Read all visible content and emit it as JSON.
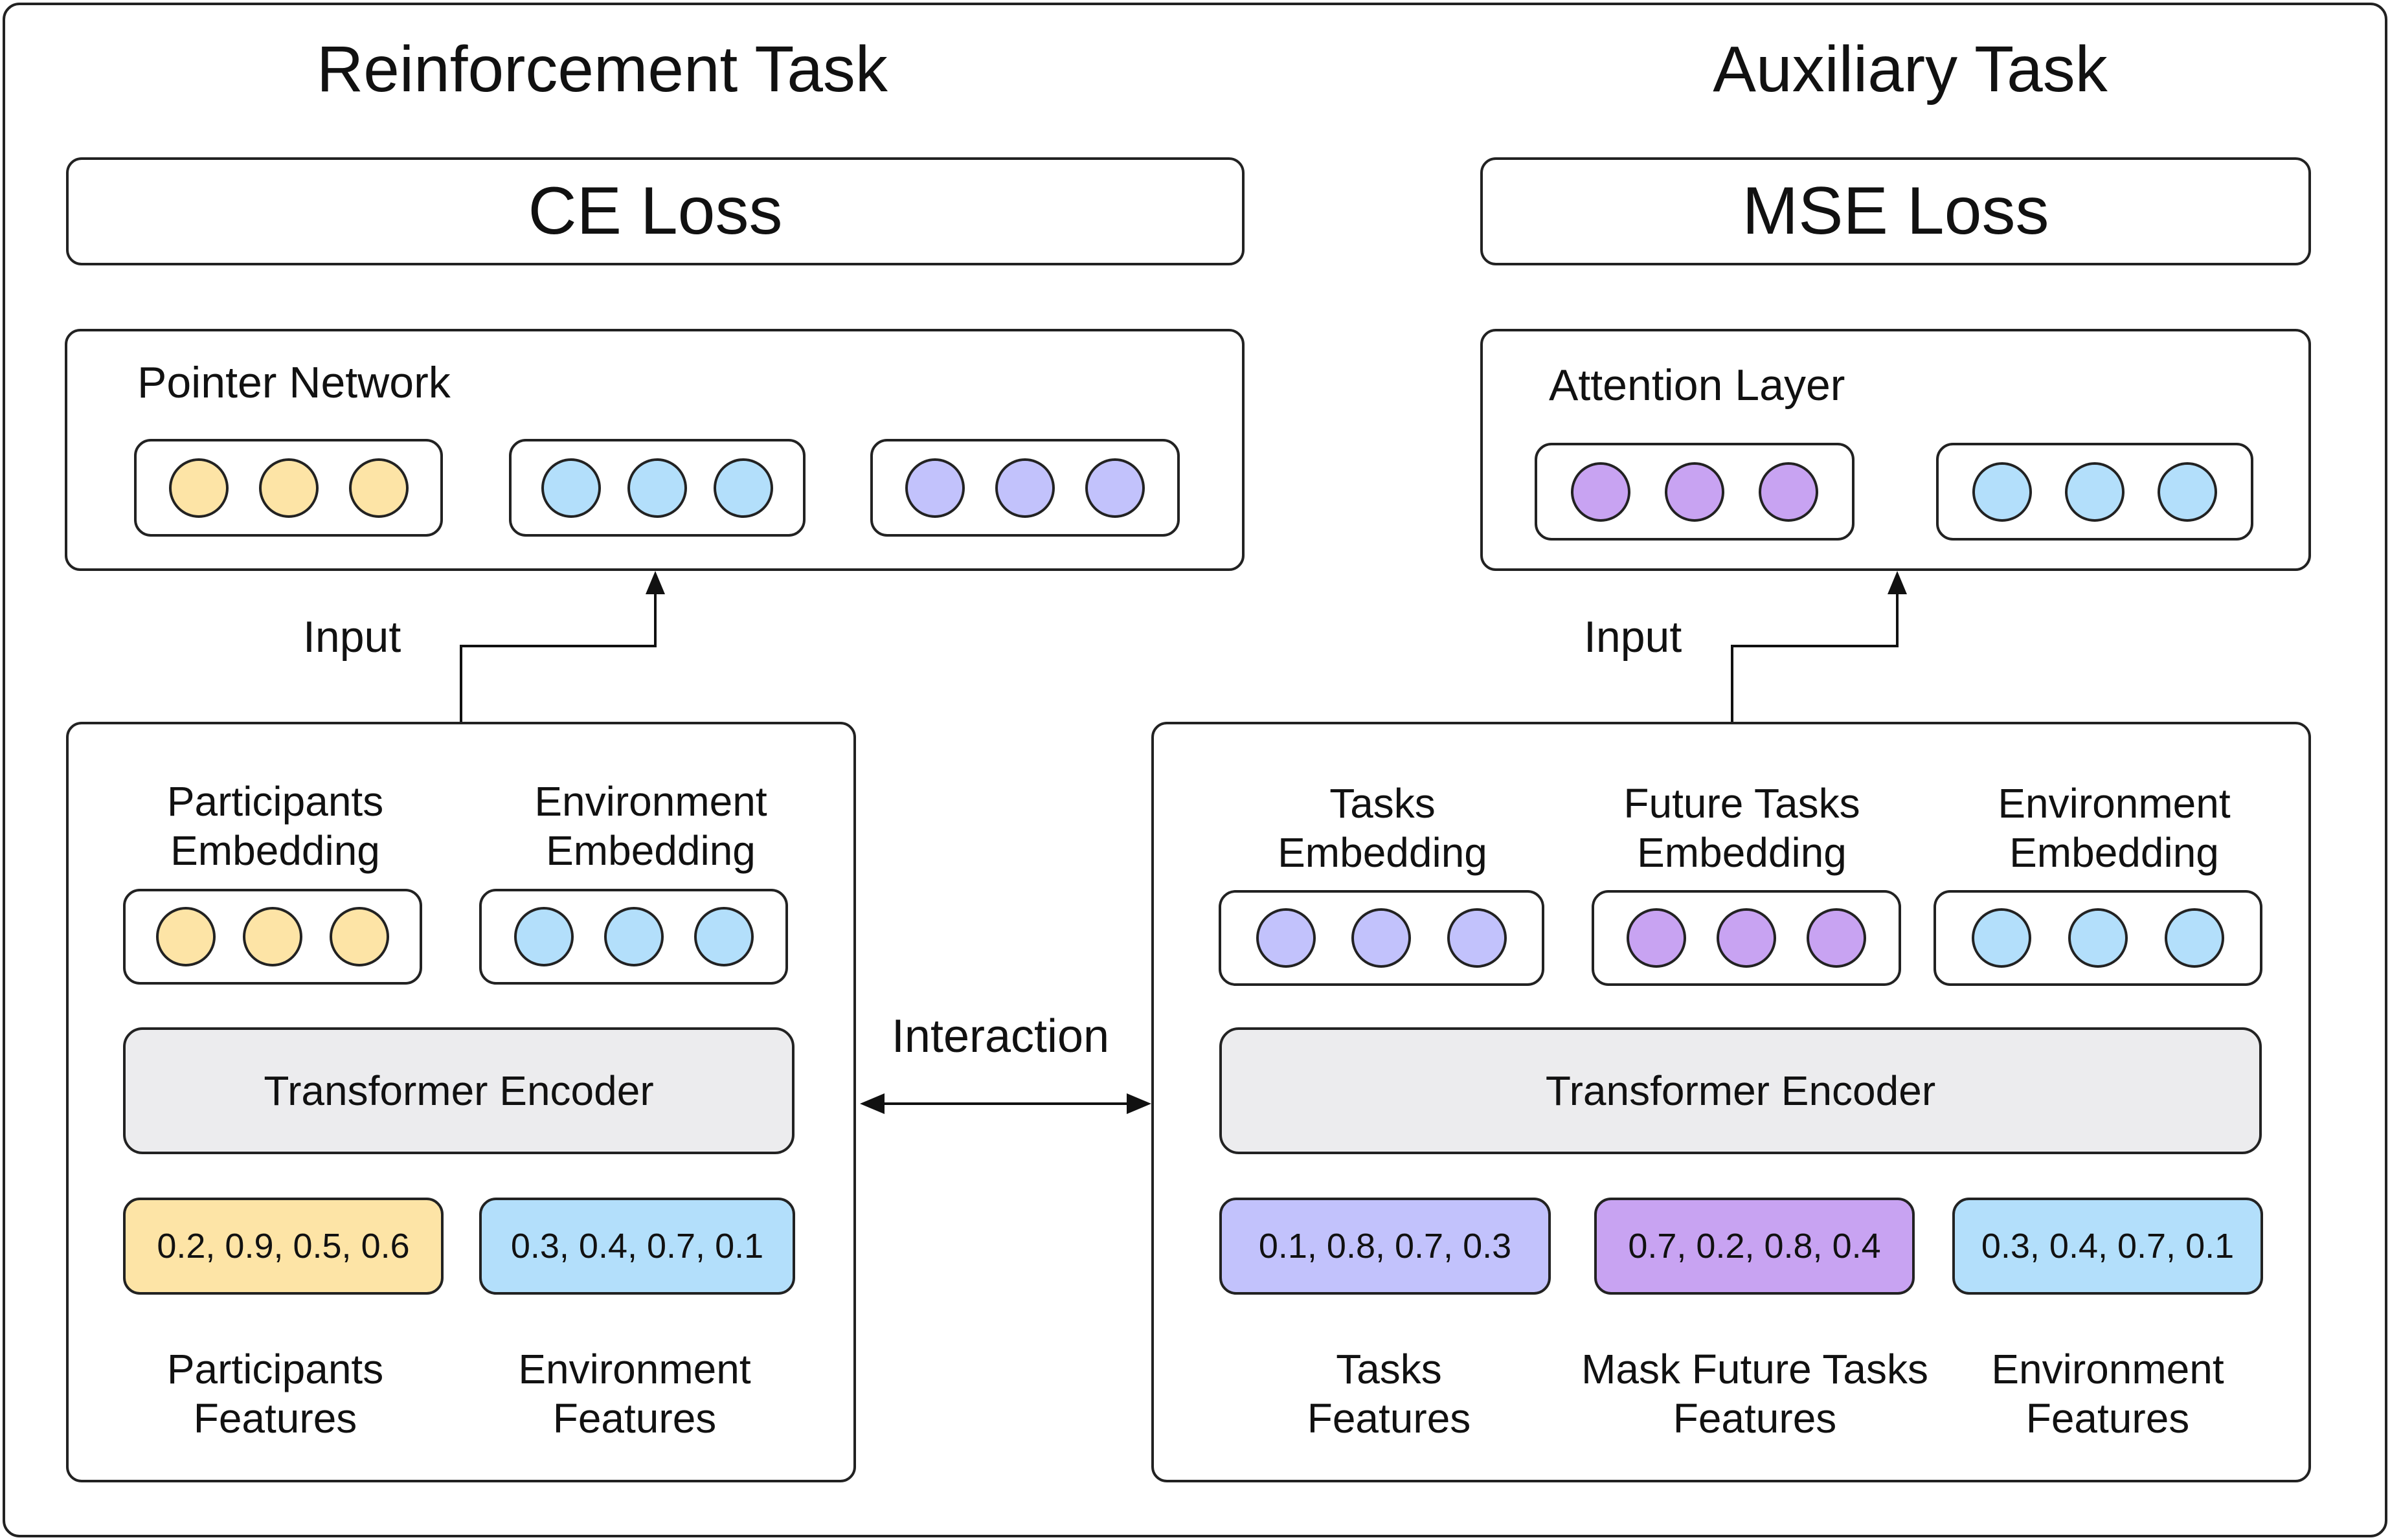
{
  "left": {
    "title": "Reinforcement Task",
    "loss": "CE Loss",
    "network": "Pointer Network",
    "input_label": "Input",
    "embedding_labels": [
      [
        "Participants",
        "Embedding"
      ],
      [
        "Environment",
        "Embedding"
      ]
    ],
    "encoder": "Transformer Encoder",
    "feature_values": [
      "0.2, 0.9, 0.5, 0.6",
      "0.3, 0.4, 0.7, 0.1"
    ],
    "feature_labels": [
      [
        "Participants",
        "Features"
      ],
      [
        "Environment",
        "Features"
      ]
    ]
  },
  "right": {
    "title": "Auxiliary Task",
    "loss": "MSE Loss",
    "network": "Attention Layer",
    "input_label": "Input",
    "embedding_labels": [
      [
        "Tasks",
        "Embedding"
      ],
      [
        "Future Tasks",
        "Embedding"
      ],
      [
        "Environment",
        "Embedding"
      ]
    ],
    "encoder": "Transformer Encoder",
    "feature_values": [
      "0.1, 0.8, 0.7, 0.3",
      "0.7, 0.2, 0.8, 0.4",
      "0.3, 0.4, 0.7, 0.1"
    ],
    "feature_labels": [
      [
        "Tasks",
        "Features"
      ],
      [
        "Mask Future Tasks",
        "Features"
      ],
      [
        "Environment",
        "Features"
      ]
    ]
  },
  "interaction_label": "Interaction",
  "colors": {
    "participants": "#fde4a6",
    "environment": "#b3dffb",
    "tasks": "#c2c2fc",
    "future_tasks": "#c8a3f2",
    "encoder": "#ececee"
  }
}
